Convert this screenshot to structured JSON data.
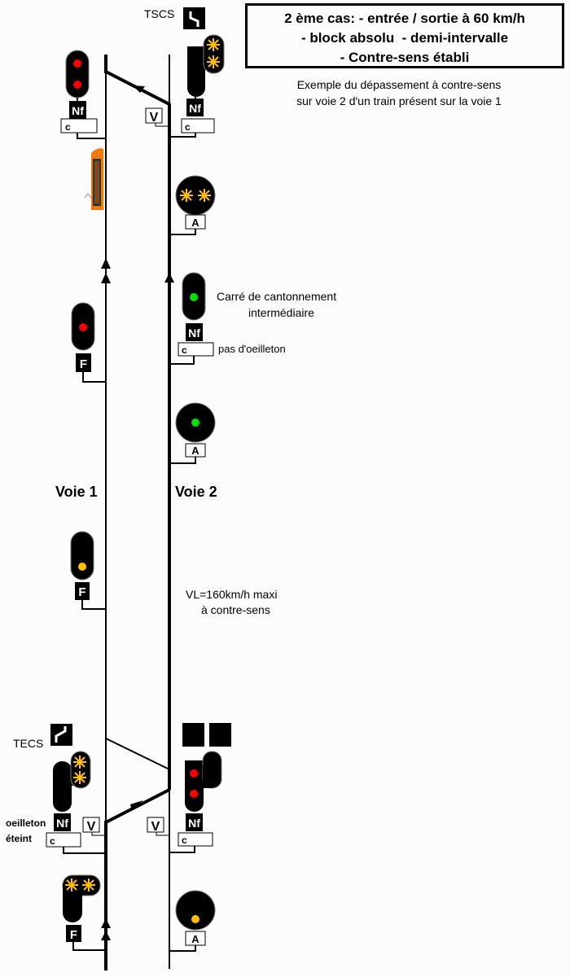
{
  "header": {
    "title_lines": [
      "2 ème cas: - entrée / sortie à 60 km/h",
      "- block absolu  - demi-intervalle",
      "- Contre-sens établi"
    ],
    "subtitle_lines": [
      "Exemple du dépassement à contre-sens",
      "sur voie 2 d'un train présent sur la voie 1"
    ]
  },
  "tracks": {
    "voie1_label": "Voie 1",
    "voie2_label": "Voie 2"
  },
  "annotations": {
    "carre_line1": "Carré de cantonnement",
    "carre_line2": "intermédiaire",
    "pas_oeilleton": "pas d'oeilleton",
    "vl_line1": "VL=160km/h maxi",
    "vl_line2": "à contre-sens",
    "oeilleton_line1": "oeilleton",
    "oeilleton_line2": "éteint"
  },
  "boards": {
    "tscs": "TSCS",
    "tecs": "TECS",
    "nf": "Nf",
    "c": "c",
    "f": "F",
    "a": "A",
    "v": "V"
  },
  "colors": {
    "red": "#ff0000",
    "green": "#00e000",
    "yellow": "#ffc000",
    "track": "#000000",
    "train_orange": "#f07a10"
  },
  "signals": [
    {
      "id": "v1-top-carre",
      "track": "voie 1",
      "aspect": "carré (2 red)",
      "plate": "Nf"
    },
    {
      "id": "v2-top-entry",
      "track": "voie 2",
      "aspect": "2 yellow flashing",
      "plate": "Nf"
    },
    {
      "id": "v2-avertissement-1",
      "track": "voie 2",
      "aspect": "2 yellow flashing",
      "plate": "A"
    },
    {
      "id": "v2-carre-cantonnement",
      "track": "voie 2",
      "aspect": "green",
      "plate": "Nf"
    },
    {
      "id": "v1-semaphore",
      "track": "voie 1",
      "aspect": "red",
      "plate": "F"
    },
    {
      "id": "v2-avertissement-2",
      "track": "voie 2",
      "aspect": "green",
      "plate": "A"
    },
    {
      "id": "v1-avertissement",
      "track": "voie 1",
      "aspect": "yellow",
      "plate": "F"
    },
    {
      "id": "v1-bottom-entry",
      "track": "voie 1",
      "aspect": "2 yellow flashing",
      "plate": "Nf"
    },
    {
      "id": "v2-bottom-carre",
      "track": "voie 2",
      "aspect": "carré (2 red)",
      "plate": "Nf"
    },
    {
      "id": "v1-bottom-rappel",
      "track": "voie 1",
      "aspect": "2 yellow flashing",
      "plate": "F"
    },
    {
      "id": "v2-bottom-avertissement",
      "track": "voie 2",
      "aspect": "yellow",
      "plate": "A"
    }
  ]
}
